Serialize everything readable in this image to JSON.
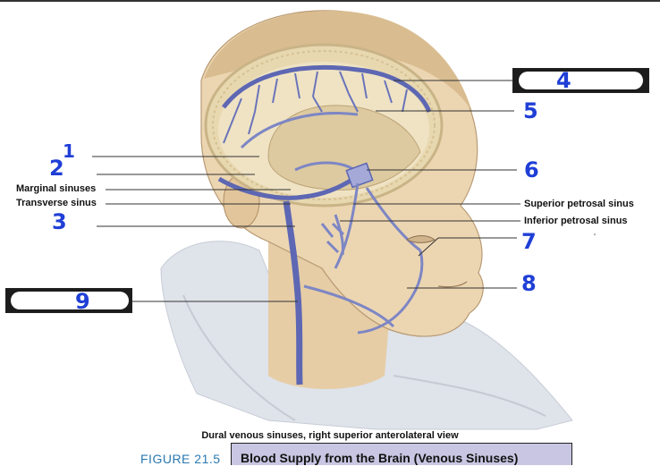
{
  "labels": {
    "marginal_sinuses": "Marginal sinuses",
    "transverse_sinus": "Transverse sinus",
    "superior_petrosal_sinus": "Superior petrosal sinus",
    "inferior_petrosal_sinus": "Inferior petrosal sinus"
  },
  "handwritten_numbers": {
    "n1": "1",
    "n2": "2",
    "n3": "3",
    "n4": "4",
    "n5": "5",
    "n6": "6",
    "n7": "7",
    "n8": "8",
    "n9": "9"
  },
  "caption": "Dural venous sinuses, right superior anterolateral view",
  "figure": {
    "number": "FIGURE 21.5",
    "title": "Blood Supply from the Brain (Venous Sinuses)"
  },
  "colors": {
    "skin": "#ecd6b2",
    "vein": "#7d86c4",
    "ink": "#1f3fd6",
    "title_bg": "#c8c6e2",
    "figure_number": "#2a78b0"
  }
}
